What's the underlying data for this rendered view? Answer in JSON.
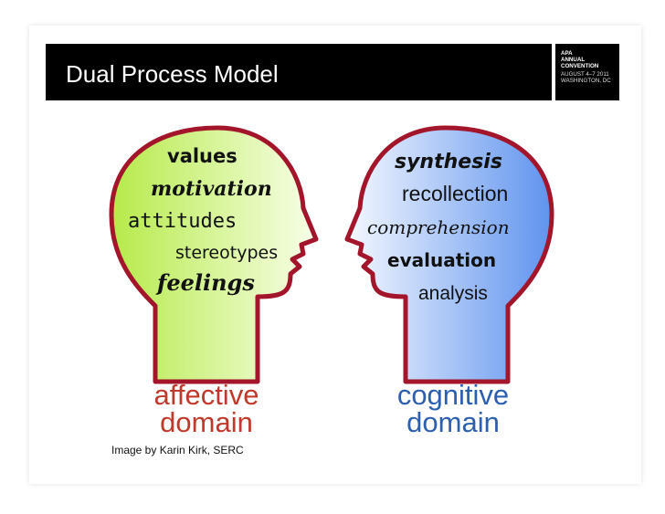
{
  "slide": {
    "title": "Dual Process Model",
    "logo": {
      "line1": "APA",
      "line2": "ANNUAL",
      "line3": "CONVENTION",
      "line4": "AUGUST 4–7 2011",
      "line5": "WASHINGTON, DC"
    }
  },
  "diagram": {
    "left_head": {
      "words": [
        "values",
        "motivation",
        "attitudes",
        "stereotypes",
        "feelings"
      ],
      "caption_line1": "affective",
      "caption_line2": "domain",
      "fill_color": "#c8f07a",
      "caption_color": "#c0392b"
    },
    "right_head": {
      "words": [
        "synthesis",
        "recollection",
        "comprehension",
        "evaluation",
        "analysis"
      ],
      "caption_line1": "cognitive",
      "caption_line2": "domain",
      "fill_color": "#6f9ef0",
      "caption_color": "#2c5fb0"
    },
    "outline_color": "#a3152a",
    "credit": "Image by Karin Kirk, SERC"
  }
}
